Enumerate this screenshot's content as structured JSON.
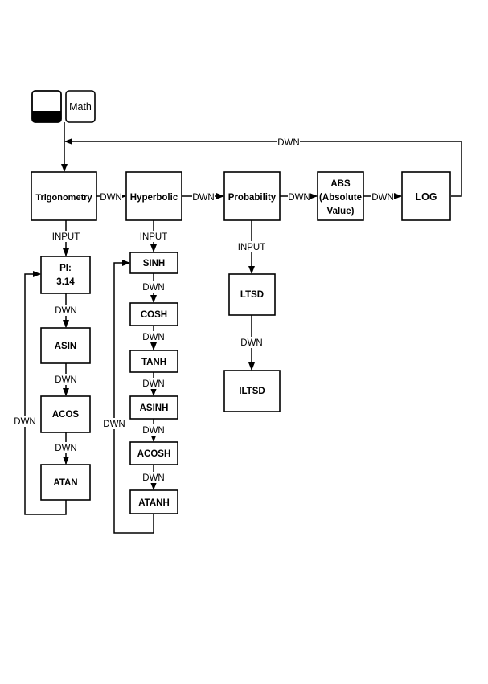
{
  "keys": {
    "shift_key": {
      "label": ""
    },
    "math_key": {
      "label": "Math"
    }
  },
  "nodes": {
    "trig": "Trigonometry",
    "hyper": "Hyperbolic",
    "prob": "Probability",
    "abs_1": "ABS",
    "abs_2": "(Absolute",
    "abs_3": "Value)",
    "log": "LOG",
    "pi_1": "PI:",
    "pi_2": "3.14",
    "asin": "ASIN",
    "acos": "ACOS",
    "atan": "ATAN",
    "sinh": "SINH",
    "cosh": "COSH",
    "tanh": "TANH",
    "asinh": "ASINH",
    "acosh": "ACOSH",
    "atanh": "ATANH",
    "ltsd": "LTSD",
    "iltsd": "ILTSD"
  },
  "connectors": {
    "down": "DWN",
    "input": "INPUT"
  }
}
